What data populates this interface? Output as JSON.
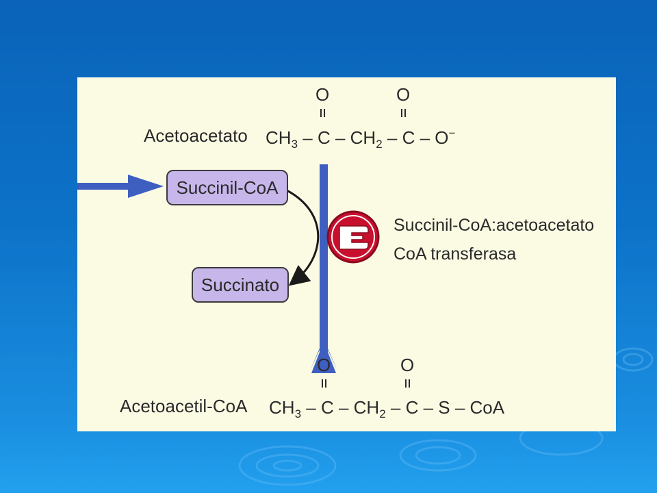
{
  "substrate": {
    "name": "Acetoacetato",
    "formula": {
      "ch3": "CH",
      "ch3_sub": "3",
      "dash1": " – C – ",
      "ch2": "CH",
      "ch2_sub": "2",
      "tail": " – C – O",
      "charge": "−"
    },
    "oxygen_1": "O",
    "oxygen_2": "O"
  },
  "product": {
    "name": "Acetoacetil-CoA",
    "formula": {
      "ch3": "CH",
      "ch3_sub": "3",
      "dash1": " – C – ",
      "ch2": "CH",
      "ch2_sub": "2",
      "tail": " – C – S – CoA"
    },
    "oxygen_1": "O",
    "oxygen_2": "O"
  },
  "cosubstrate": {
    "in_label": "Succinil-CoA",
    "out_label": "Succinato"
  },
  "enzyme": {
    "line1": "Succinil-CoA:acetoacetato",
    "line2": "CoA transferasa",
    "badge_letter": "E",
    "badge_color": "#c8102e"
  },
  "colors": {
    "arrow_blue": "#3e5fc0",
    "box_fill": "#c7b6ea",
    "panel_bg": "#fbfbe4"
  }
}
